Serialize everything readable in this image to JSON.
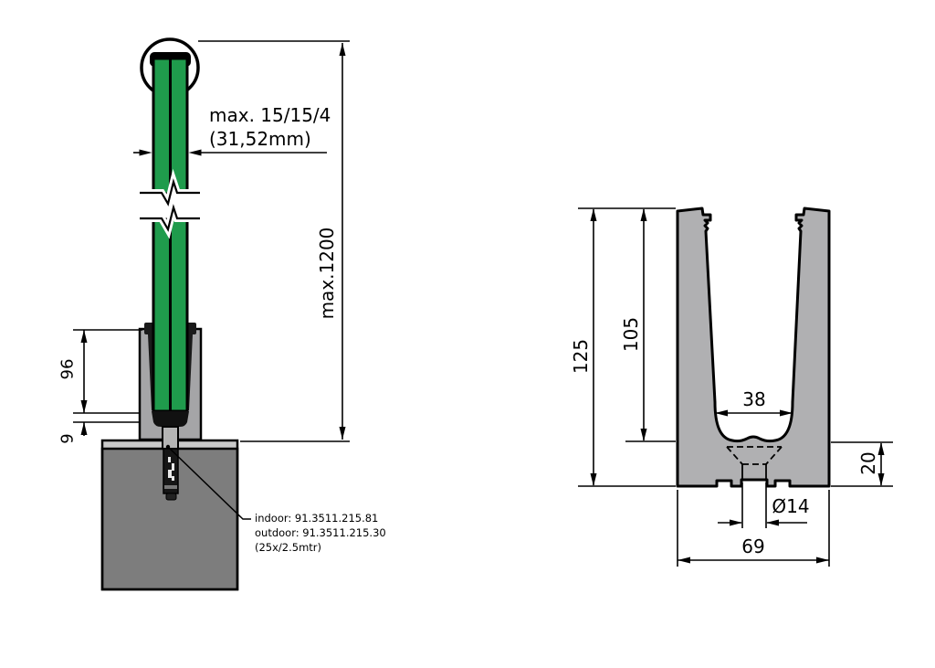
{
  "left_view": {
    "glass_spec_line1": "max. 15/15/4",
    "glass_spec_line2": "(31,52mm)",
    "max_height": "max.1200",
    "profile_depth": "96",
    "base_offset": "9",
    "note_indoor": "indoor: 91.3511.215.81",
    "note_outdoor": "outdoor: 91.3511.215.30",
    "note_pack": "(25x/2.5mtr)"
  },
  "section_view": {
    "overall_height": "125",
    "channel_depth": "105",
    "channel_width": "38",
    "base_thickness": "20",
    "hole_diameter": "Ø14",
    "overall_width": "69"
  },
  "colors": {
    "glass": "#1f9b4c",
    "profile_section": "#b0b0b2",
    "profile_side": "#a5a5a7",
    "concrete": "#7d7d7d",
    "grout_layer": "#c9c9c9",
    "wedge_black": "#1a1a1a",
    "outline": "#000000"
  }
}
